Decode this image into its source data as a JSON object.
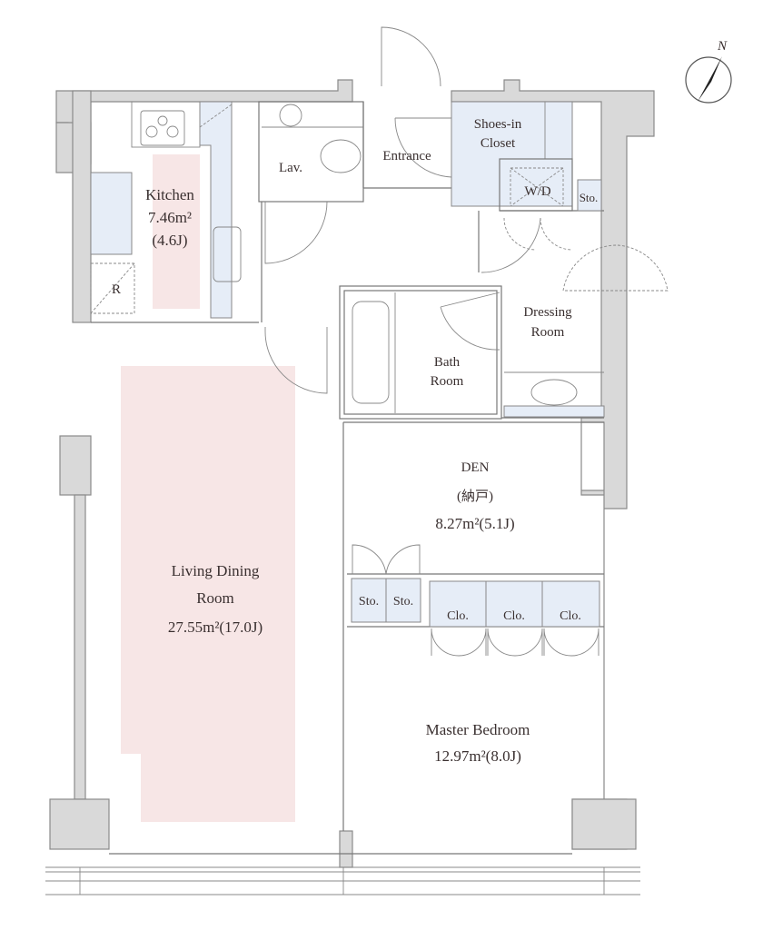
{
  "compass": {
    "label": "N"
  },
  "rooms": {
    "kitchen": {
      "name": "Kitchen",
      "area": "7.46m²",
      "jou": "(4.6J)"
    },
    "lav": {
      "name": "Lav."
    },
    "entrance": {
      "name": "Entrance"
    },
    "shoes_closet": {
      "line1": "Shoes-in",
      "line2": "Closet"
    },
    "wd": {
      "name": "W/D"
    },
    "sto_top": {
      "name": "Sto."
    },
    "fridge": {
      "name": "R"
    },
    "dressing": {
      "line1": "Dressing",
      "line2": "Room"
    },
    "bath": {
      "line1": "Bath",
      "line2": "Room"
    },
    "den": {
      "name": "DEN",
      "sub": "(納戸)",
      "area": "8.27m²(5.1J)"
    },
    "living": {
      "line1": "Living Dining",
      "line2": "Room",
      "area": "27.55m²(17.0J)"
    },
    "sto_1": {
      "name": "Sto."
    },
    "sto_2": {
      "name": "Sto."
    },
    "clo_1": {
      "name": "Clo."
    },
    "clo_2": {
      "name": "Clo."
    },
    "clo_3": {
      "name": "Clo."
    },
    "master": {
      "name": "Master Bedroom",
      "area": "12.97m²(8.0J)"
    }
  }
}
